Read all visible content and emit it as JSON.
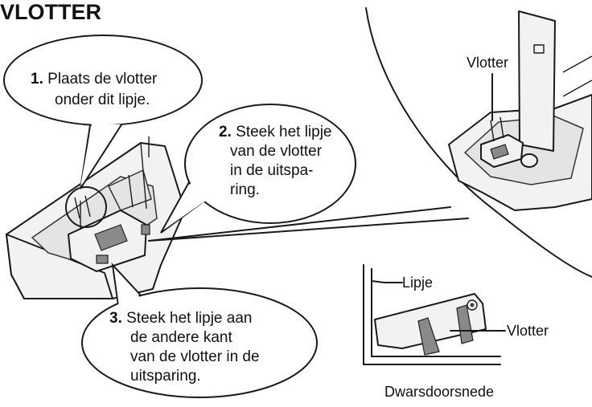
{
  "title": "VLOTTER",
  "callouts": {
    "step1": {
      "number": "1.",
      "lines": [
        "Plaats de vlotter",
        "onder dit lipje."
      ]
    },
    "step2": {
      "number": "2.",
      "lines": [
        "Steek het lipje",
        "van de vlotter",
        "in de uitspa-",
        "ring."
      ]
    },
    "step3": {
      "number": "3.",
      "lines": [
        "Steek het lipje aan",
        "de andere kant",
        "van de vlotter in de",
        "uitsparing."
      ]
    }
  },
  "labels": {
    "float_top": "Vlotter",
    "tab": "Lipje",
    "float_section": "Vlotter",
    "cross_section": "Dwarsdoorsnede"
  }
}
